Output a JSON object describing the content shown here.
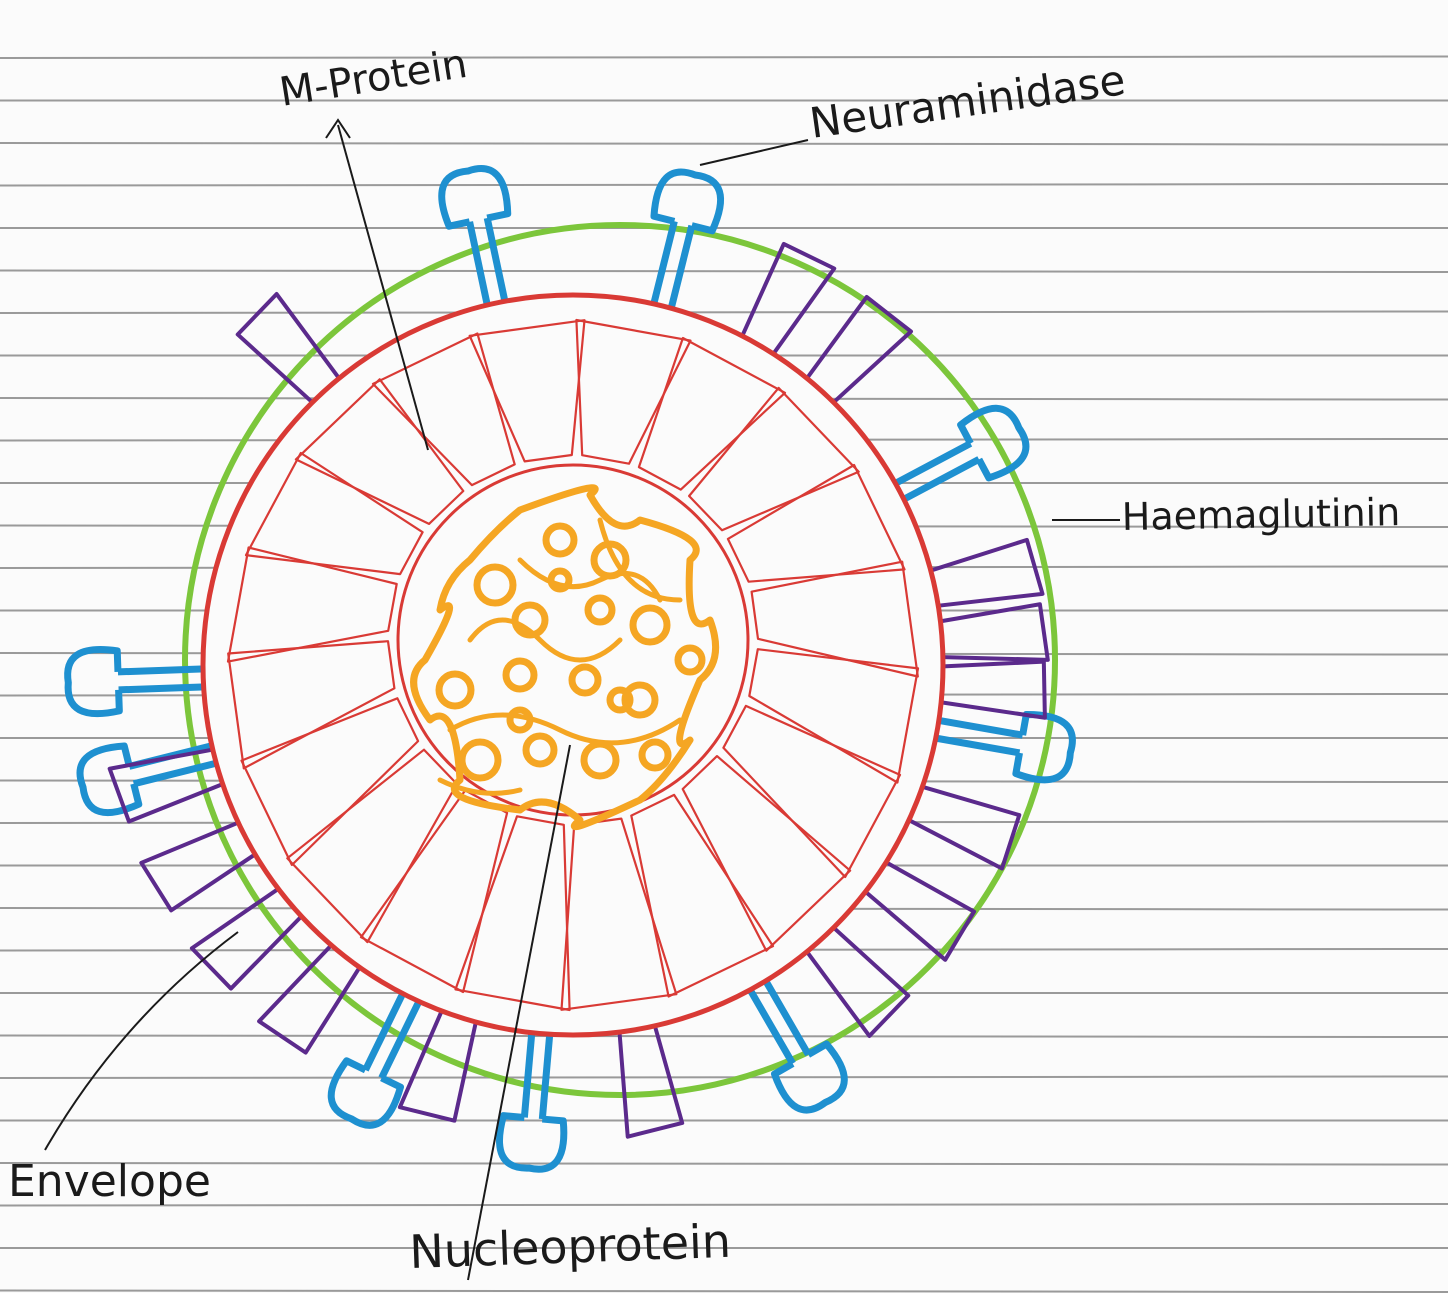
{
  "labels": {
    "m_protein": "M-Protein",
    "neuraminidase": "Neuraminidase",
    "haemaglutinin": "Haemaglutinin",
    "envelope": "Envelope",
    "nucleoprotein": "Nucleoprotein"
  },
  "colors": {
    "paper": "#fbfbfb",
    "rule_line": "#9a9a9a",
    "envelope_ring": "#7cc63b",
    "outer_membrane": "#d93a35",
    "m_protein": "#d93a35",
    "core": "#f5a623",
    "neuraminidase_spike": "#1e90d0",
    "haemaglutinin_spike": "#5b2a8c",
    "ink": "#1a1a1a"
  }
}
